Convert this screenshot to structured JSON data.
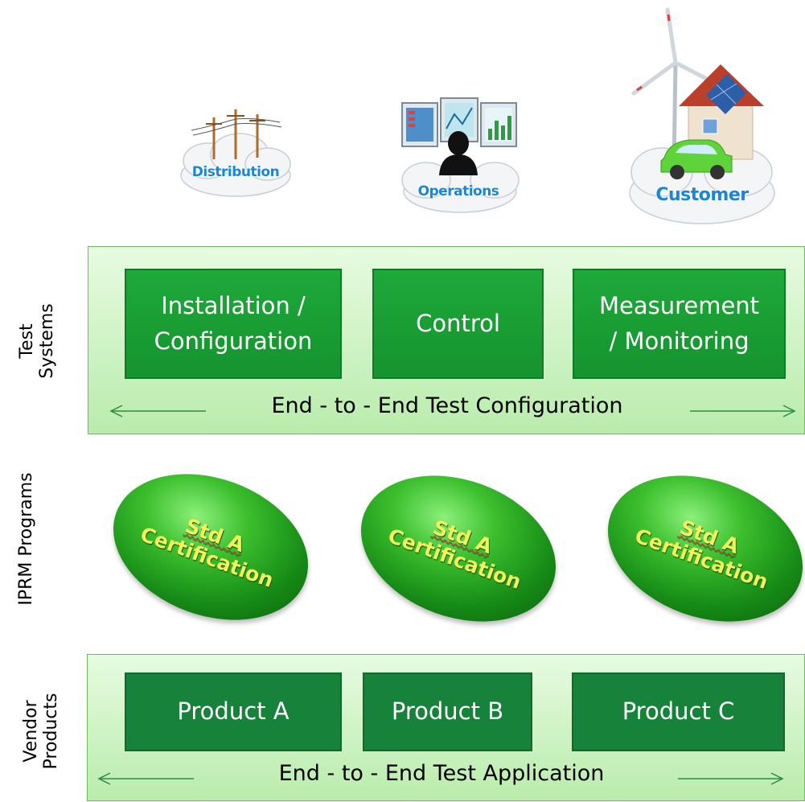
{
  "top_icons": [
    {
      "label": "Distribution",
      "icon": "power-line-icon"
    },
    {
      "label": "Operations",
      "icon": "operator-monitors-icon"
    },
    {
      "label": "Customer",
      "icon": "house-turbine-car-icon"
    }
  ],
  "test_systems": {
    "side_label": "Test\nSystems",
    "blocks": [
      "Installation /\nConfiguration",
      "Control",
      "Measurement\n/ Monitoring"
    ],
    "footer": "End - to - End Test Configuration"
  },
  "iprm": {
    "side_label": "IPRM Programs",
    "certs": [
      {
        "line1": "Std A",
        "line2": "Certification"
      },
      {
        "line1": "Std A",
        "line2": "Certification"
      },
      {
        "line1": "Std A",
        "line2": "Certification"
      }
    ]
  },
  "vendor": {
    "side_label": "Vendor\nProducts",
    "blocks": [
      "Product A",
      "Product B",
      "Product C"
    ],
    "footer": "End - to - End Test Application"
  },
  "colors": {
    "panel_fill": "#c8f0bc",
    "block_green": "#1a9e35",
    "cert_green": "#2fae24",
    "cert_text": "#f4f25a",
    "cloud_label": "#1a87d6"
  }
}
